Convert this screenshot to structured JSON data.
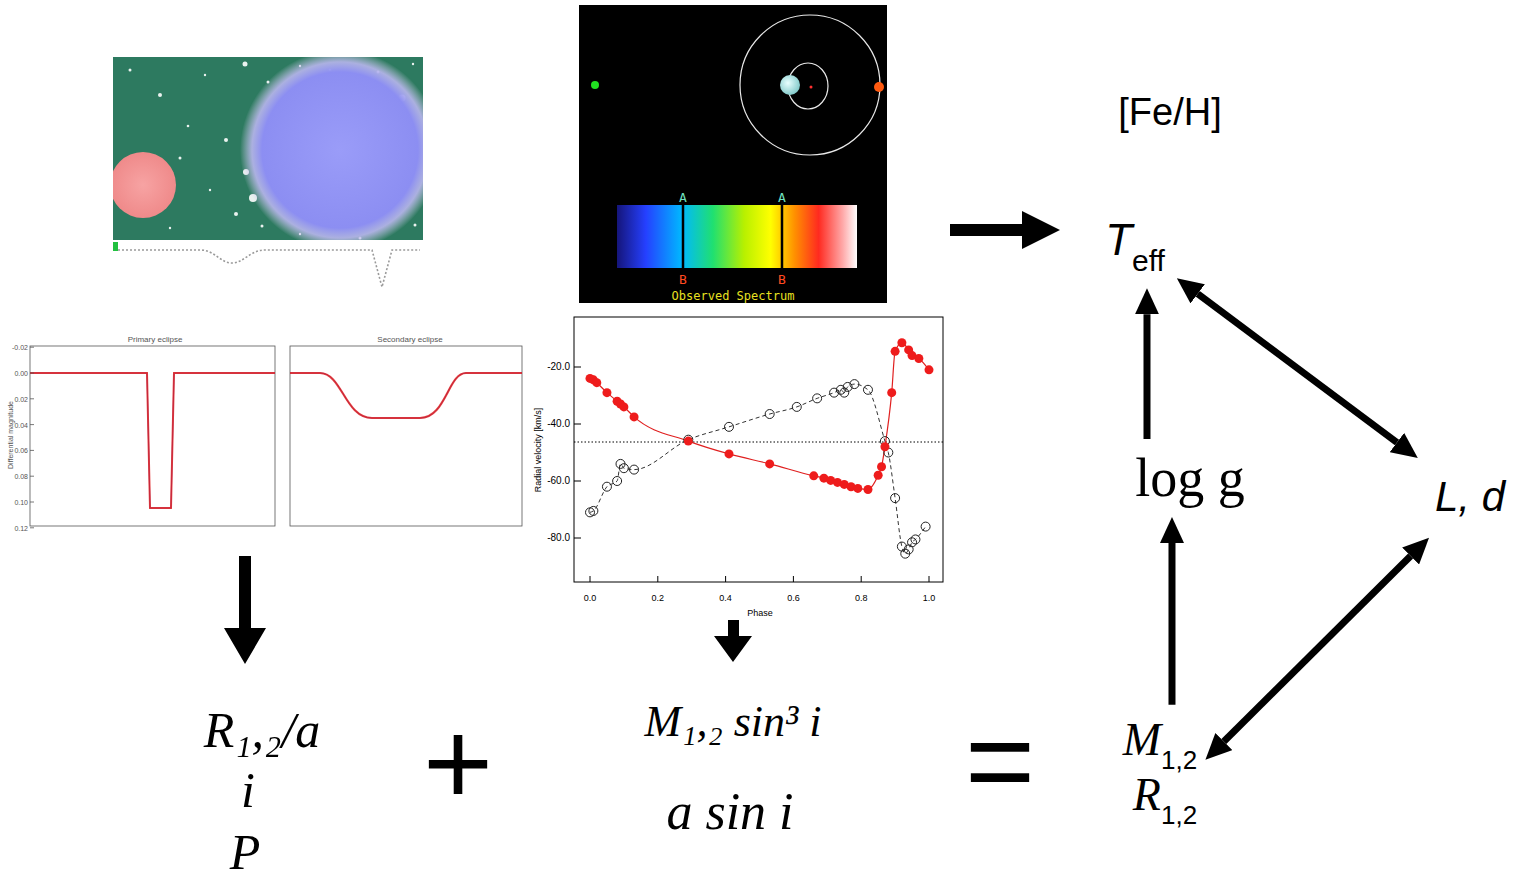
{
  "diagram": {
    "nodes": [
      {
        "text": [
          "T",
          "eff"
        ]
      },
      {
        "text": [
          "log g"
        ]
      },
      {
        "text": [
          "L, d"
        ]
      },
      {
        "text": [
          "M",
          "1,2"
        ]
      },
      {
        "text": [
          "R",
          "1,2"
        ]
      }
    ],
    "edges": [
      {
        "from": 3,
        "to": 1,
        "arrow": "to"
      },
      {
        "from": 1,
        "to": 0,
        "arrow": "to"
      },
      {
        "from": 0,
        "to": 2,
        "arrow": "both"
      },
      {
        "from": 4,
        "to": 2,
        "arrow": "both"
      }
    ],
    "labels": [
      "A",
      "A",
      "B",
      "B",
      "Observed Spectrum",
      "Primary eclipse",
      "Secondary eclipse",
      "Differential magnitude",
      "-0.02",
      "0.00",
      "0.02",
      "0.04",
      "0.06",
      "0.08",
      "0.10",
      "0.12",
      "Radial velocity [km/s]",
      "-20.0",
      "-40.0",
      "-60.0",
      "-80.0",
      "0.0",
      "0.2",
      "0.4",
      "0.6",
      "0.8",
      "1.0",
      "Phase",
      "R₁,₂/a",
      "i",
      "P",
      "+",
      "M₁,₂ sin³ i",
      "a sin i",
      "=",
      "[Fe/H]"
    ]
  }
}
